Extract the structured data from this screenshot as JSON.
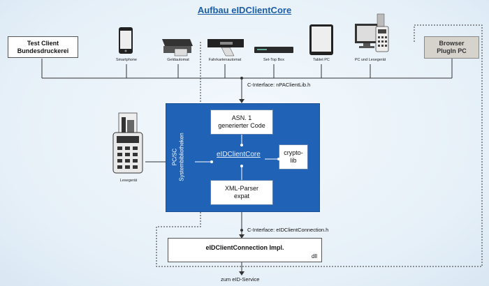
{
  "title": "Aufbau eIDClientCore",
  "test_client": {
    "line1": "Test Client",
    "line2": "Bundesdruckerei"
  },
  "browser_plugin": {
    "line1": "Browser",
    "line2": "PlugIn PC"
  },
  "devices": {
    "smartphone": "Smartphone",
    "geldautomat": "Geldautomat",
    "fahrkartenautomat": "Fahrkartenautomat",
    "settopbox": "Set-Top Box",
    "tablet": "Tablet PC",
    "pc": "PC und Lesegerät"
  },
  "interface_top": "C-Interface: nPAClientLib.h",
  "interface_bottom": "C-Interface: eIDClientConnection.h",
  "reader_label": "Lesegerät",
  "core": {
    "pcsc_line1": "PC/SC",
    "pcsc_line2": "Systembibliotheken",
    "asn_line1": "ASN. 1",
    "asn_line2": "generierter Code",
    "crypto_line1": "crypto-",
    "crypto_line2": "lib",
    "core_name": "eIDClientCore",
    "xml_line1": "XML-Parser",
    "xml_line2": "expat"
  },
  "impl": {
    "name": "eIDClientConnection Impl.",
    "dll": "dll"
  },
  "bottom": "zum eID-Service",
  "colors": {
    "core_blue": "#1f62b6",
    "title_blue": "#1b5ea8",
    "plugin_gray": "#d6d3cc"
  }
}
